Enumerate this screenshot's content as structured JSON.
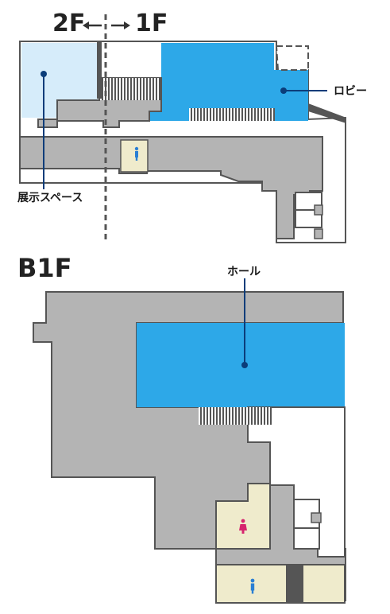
{
  "upper_map": {
    "left_floor": "2F",
    "right_floor": "1F",
    "exhibit_label": "展示スペース",
    "lobby_label": "ロビー"
  },
  "lower_map": {
    "floor": "B1F",
    "hall_label": "ホール"
  },
  "colors": {
    "wall": "#555555",
    "floor_gray": "#b4b4b4",
    "light_blue": "#d6ecfa",
    "blue": "#2da8e8",
    "restroom": "#efebcc",
    "dot": "#0b3d7a",
    "restroom_icon_blue": "#2a7fd4",
    "restroom_icon_pink": "#d6246e"
  },
  "icons": [
    "restroom-icon",
    "women-restroom-icon",
    "men-restroom-icon"
  ]
}
